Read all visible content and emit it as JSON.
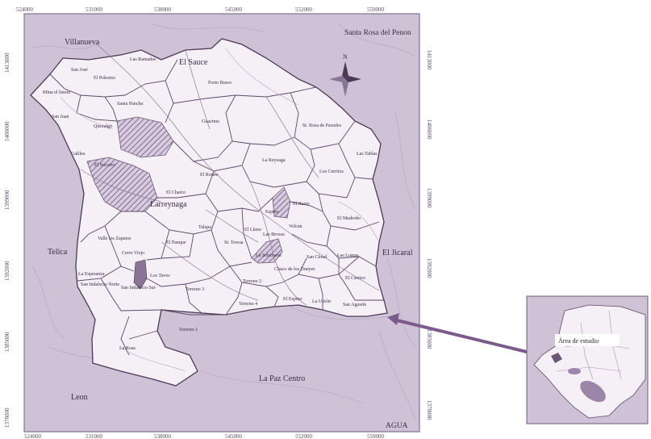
{
  "map": {
    "x_ticks": [
      "524000",
      "531000",
      "538000",
      "545000",
      "552000",
      "559000"
    ],
    "y_ticks_left": [
      "1413000",
      "1406000",
      "1399000",
      "1392000",
      "1385000",
      "1378000"
    ],
    "y_ticks_right": [
      "1413000",
      "1406000",
      "1399000",
      "1392000",
      "1385000",
      "1378000"
    ],
    "north_label": "N",
    "outer_labels": {
      "villanueva": "Villanueva",
      "santa_rosa": "Santa Rosa del Penon",
      "el_sauce": "El Sauce",
      "telica": "Telica",
      "el_jicaral": "El Jicaral",
      "la_paz_centro": "La Paz Centro",
      "leon": "Leon",
      "larreynaga": "Larreynaga",
      "agua": "AGUA"
    },
    "place_labels": {
      "san_jose": "San José",
      "los_ramadas": "Las Ramadas",
      "el_pokomo": "El Pokomo",
      "mina_el_limon": "Mina el limón",
      "santa_pancha": "Santa Pancha",
      "porto_bravo": "Porto Bravo",
      "san_juan": "San Juan",
      "quezalguaque": "Quezalgü",
      "guacimo": "Guacimo",
      "st_rosa_parrales": "St. Rosa de Parrales",
      "las_tablas": "Las Tablas",
      "galilea": "Galilea",
      "el_socorro": "El Socorro",
      "el_rodeo": "El Rodeo",
      "la_reyzaga": "La Reyzaga",
      "los_cerritos": "Los Cerritos",
      "el_charco": "El Charco",
      "el_barro": "El Barro",
      "espino": "Espino",
      "el_madrono": "El Madroño",
      "talapa": "Talapa",
      "el_llano": "El Llano",
      "las_brozas": "Las Brozas",
      "volcan": "Volcán",
      "valle_los_zapatos": "Valle los Zapatos",
      "el_panque": "El Panque",
      "st_teresa": "St. Teresa",
      "cerro_viejo": "Cerro Viejo",
      "la_soberania": "La Soberanía",
      "san_cloud": "San Cloud",
      "las_lomas": "Las Lomas",
      "la_esperanza": "La Esperanza",
      "los_tavos": "Los Tavos",
      "chaco_de_los_dueyes": "Chaco de los Dueyes",
      "san_indalecio_norte": "San Indalecio Norte",
      "san_indalecio_sur": "San Indalecio Sur",
      "terreno_3": "Terreno 3",
      "terreno_2": "Terreno 2",
      "el_carrizo": "El Carrizo",
      "terreno_4": "Terreno 4",
      "el_espino": "El Espino",
      "la_union": "La Unión",
      "san_agustin": "San Agustín",
      "terreno_1": "Terreno 1",
      "la_rosa": "La Rosa"
    },
    "inset_label": "Área de estudio"
  },
  "colors": {
    "land": "#f4f0f6",
    "outside": "#cfc1d6",
    "border": "#4a3a55",
    "road": "#8c7b96",
    "river": "#b7a6c2",
    "hatch": "#6b5675",
    "arrow": "#7a5b8c",
    "frame": "#6e5f78"
  }
}
